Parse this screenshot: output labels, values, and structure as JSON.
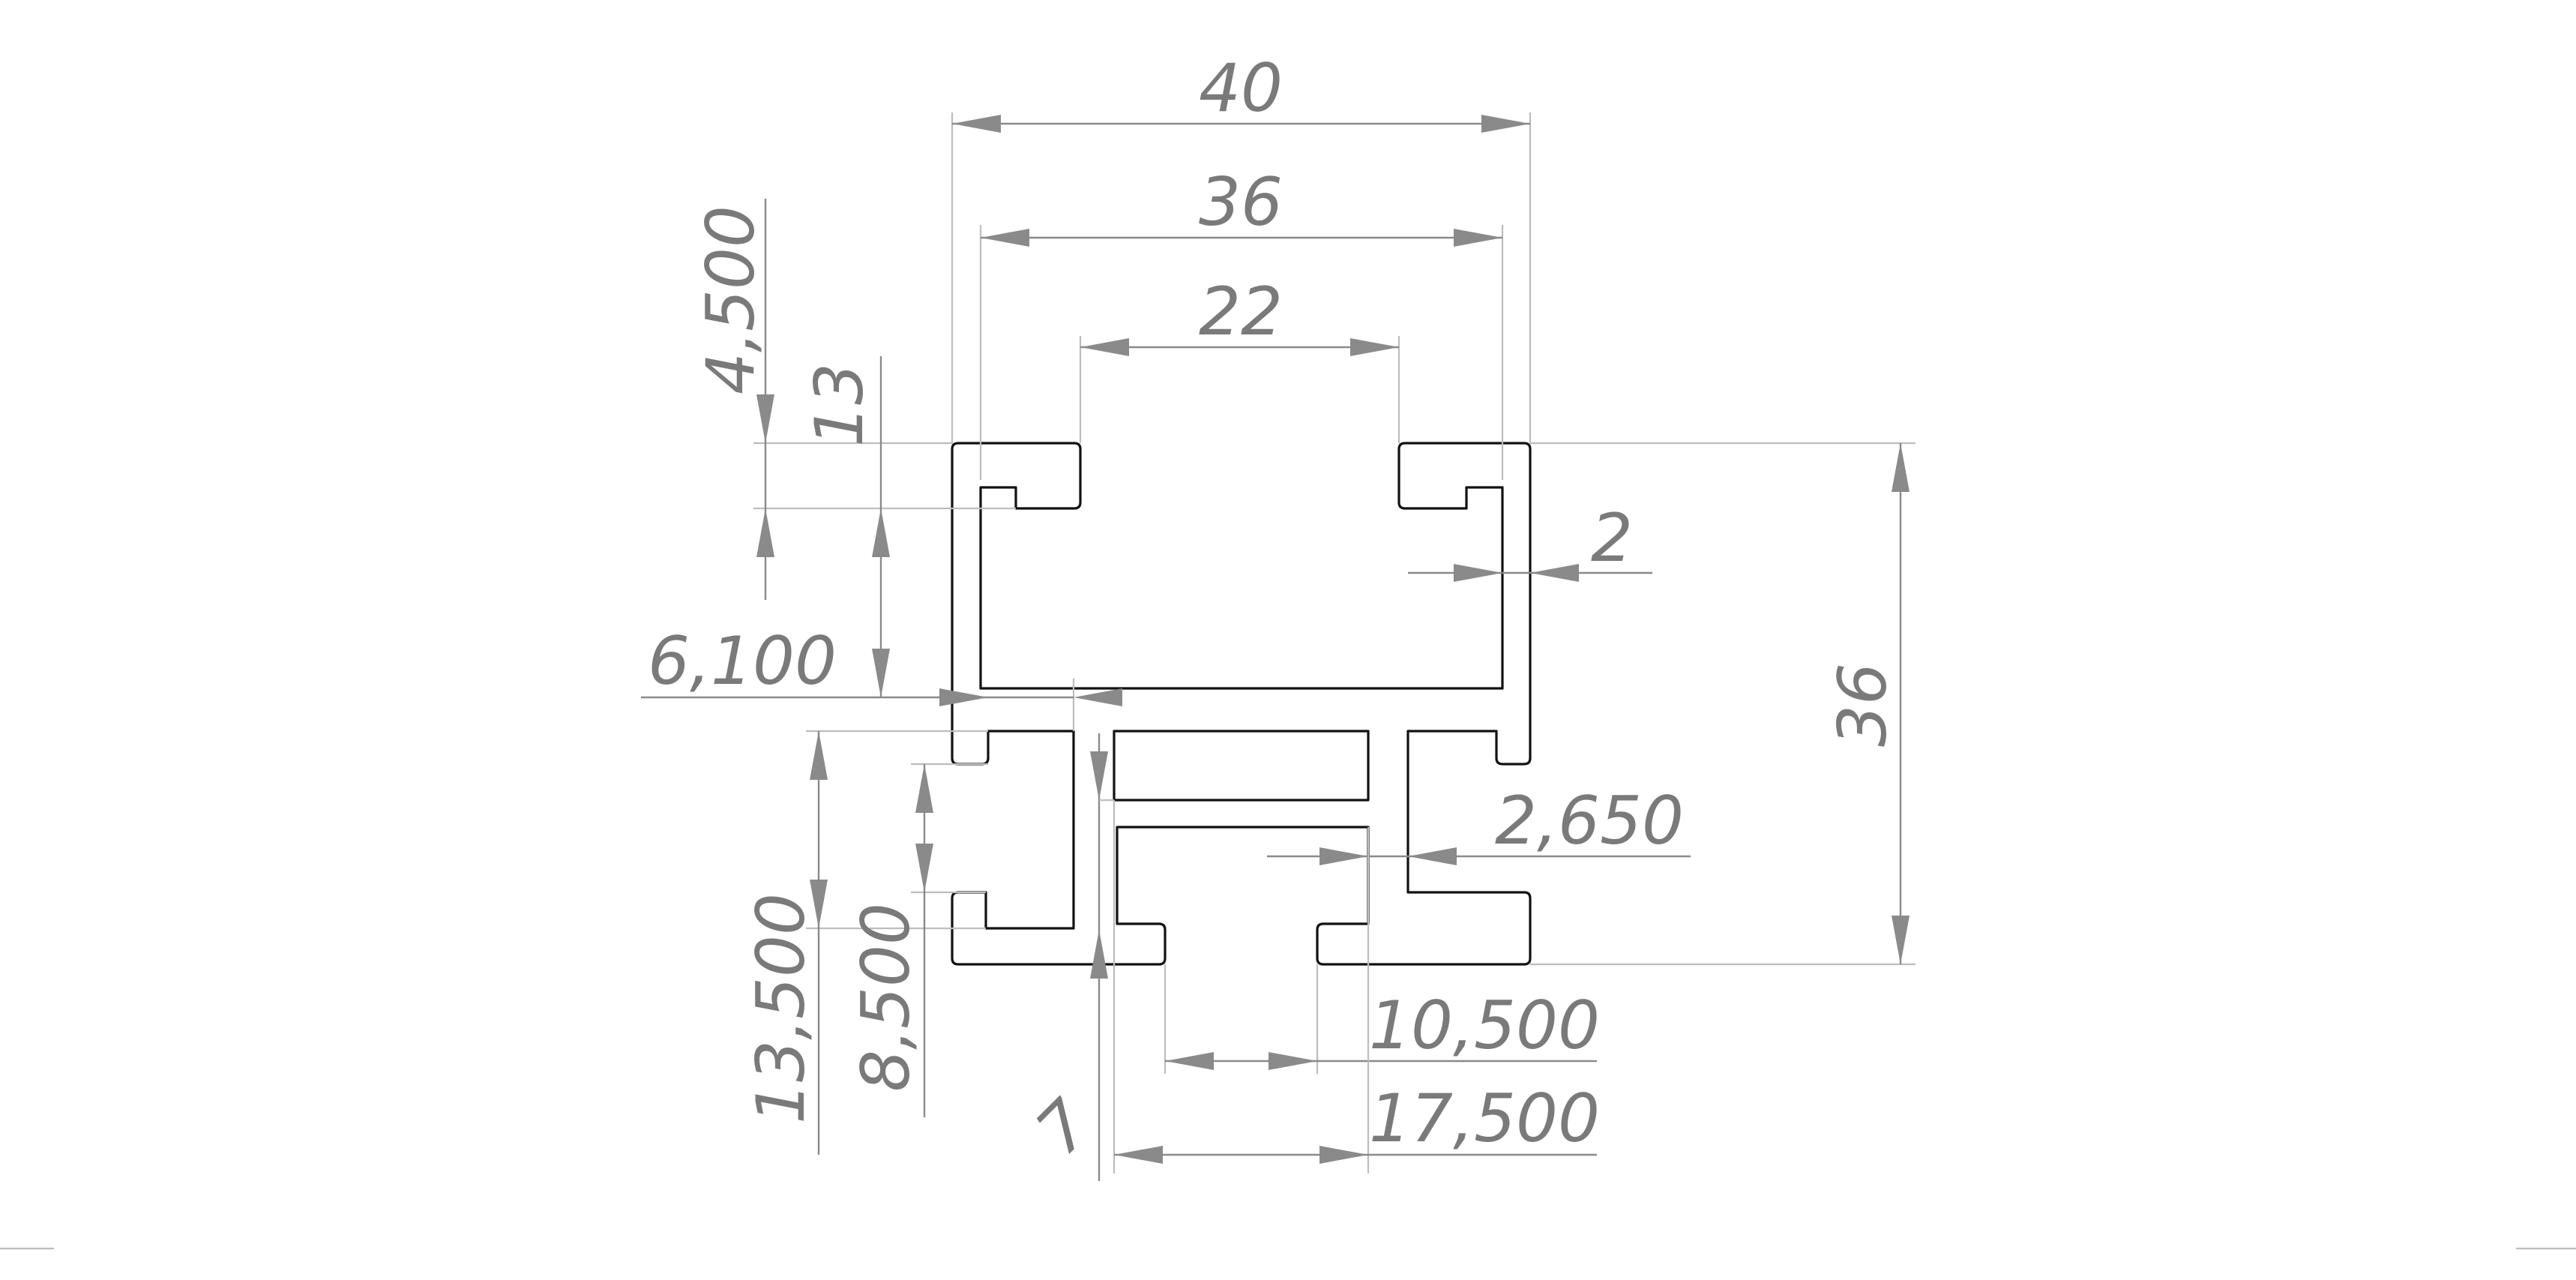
{
  "drawing": {
    "title": "",
    "dimensions": {
      "width_outer": "40",
      "width_inner": "36",
      "slot_top": "22",
      "wall": "2",
      "height": "36",
      "lip": "4,500",
      "upper_depth": "13",
      "lower_offset": "6,100",
      "rib": "2,650",
      "slot_bottom": "10,500",
      "chamber_width": "17,500",
      "lower_height": "13,500",
      "lower_inner": "8,500",
      "rib_gap": "7"
    }
  }
}
